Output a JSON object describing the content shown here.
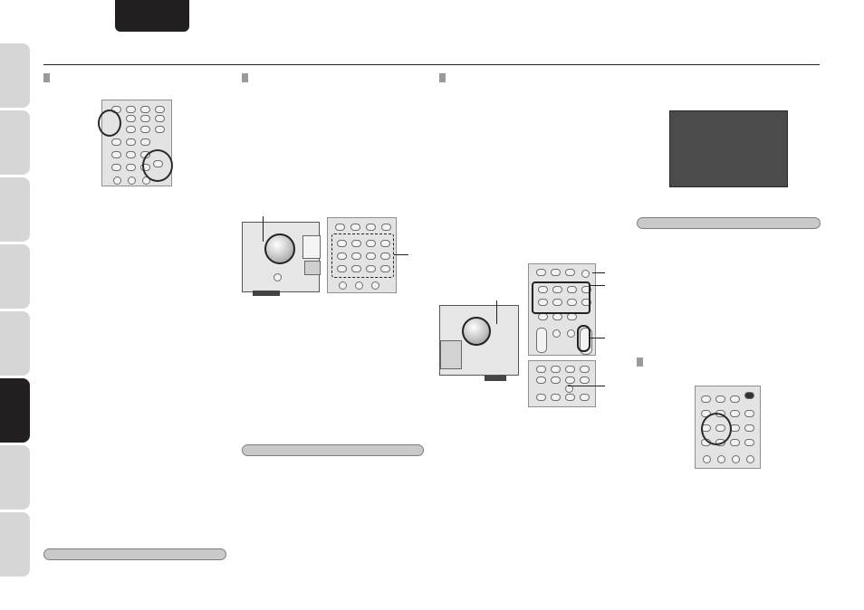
{
  "header": {
    "tab_color": "#231f20"
  },
  "sidebar": {
    "tabs": [
      {
        "id": "tab-1",
        "active": false
      },
      {
        "id": "tab-2",
        "active": false
      },
      {
        "id": "tab-3",
        "active": false
      },
      {
        "id": "tab-4",
        "active": false
      },
      {
        "id": "tab-5",
        "active": false
      },
      {
        "id": "tab-6",
        "active": true
      },
      {
        "id": "tab-7",
        "active": false
      },
      {
        "id": "tab-8",
        "active": false
      }
    ],
    "inactive_color": "#d6d6d6",
    "active_color": "#231f20"
  },
  "illustrations": [
    {
      "name": "remote-control-input-and-setup-buttons"
    },
    {
      "name": "main-unit-with-input-knob"
    },
    {
      "name": "remote-control-source-button-grid"
    },
    {
      "name": "main-unit-with-volume-knob"
    },
    {
      "name": "remote-control-volume-and-source-buttons"
    },
    {
      "name": "on-screen-display"
    },
    {
      "name": "remote-control-setup-button"
    }
  ],
  "colors": {
    "pill_fill": "#c9c9c9",
    "marker": "#9a9a9a",
    "screen": "#4b4b4b"
  }
}
